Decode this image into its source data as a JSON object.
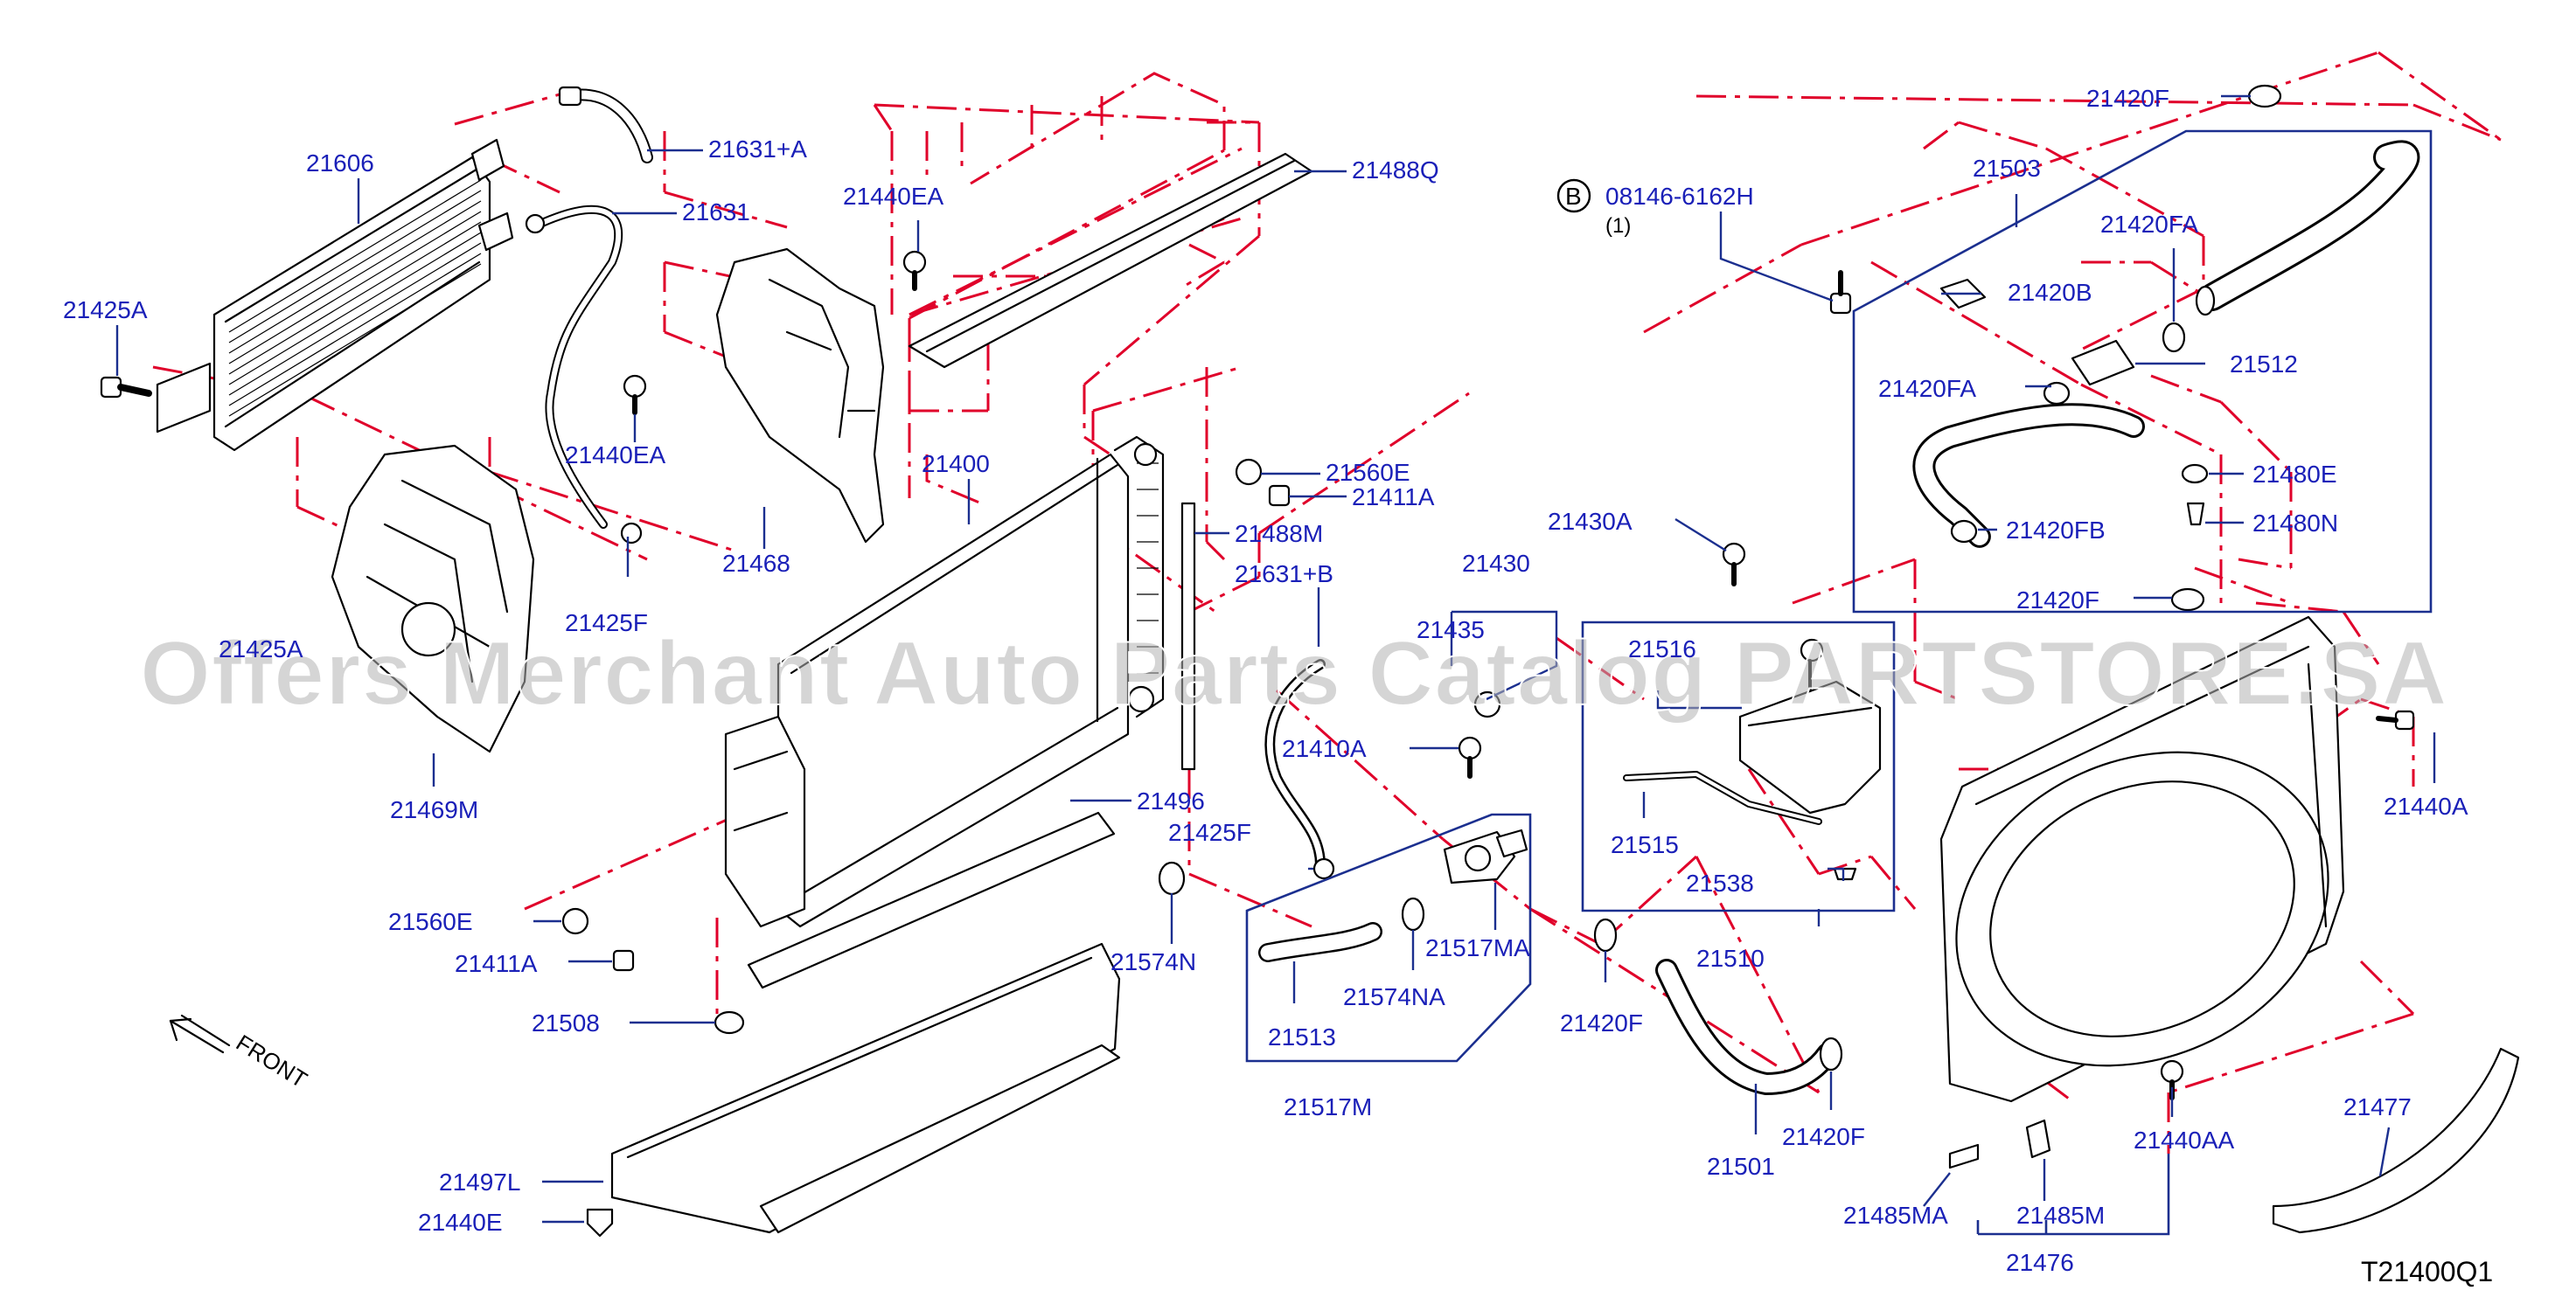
{
  "labels": {
    "l21606": "21606",
    "l21631A": "21631+A",
    "l21631": "21631",
    "l21425A": "21425A",
    "l21440EA_top": "21440EA",
    "l21488Q": "21488Q",
    "l21440EA_mid": "21440EA",
    "l21468": "21468",
    "l21400": "21400",
    "l21560E_top": "21560E",
    "l21411A_top": "21411A",
    "l21488M": "21488M",
    "l21425F_left": "21425F",
    "l21469M": "21469M",
    "l21631B": "21631+B",
    "l21430": "21430",
    "l21435": "21435",
    "l21430A": "21430A",
    "l21410A": "21410A",
    "l21496": "21496",
    "l21425F_mid": "21425F",
    "l21560E_bot": "21560E",
    "l21411A_bot": "21411A",
    "l21508": "21508",
    "l21574N": "21574N",
    "l21513": "21513",
    "l21574NA": "21574NA",
    "l21517MA": "21517MA",
    "l21517M": "21517M",
    "l21510": "21510",
    "l21515": "21515",
    "l21538": "21538",
    "l21516": "21516",
    "l21420F_top": "21420F",
    "l21503": "21503",
    "l21420FA_top": "21420FA",
    "l21420B": "21420B",
    "l21512": "21512",
    "l21420FA_left": "21420FA",
    "l21480E": "21480E",
    "l21480N": "21480N",
    "l21420FB": "21420FB",
    "l21420F_mid": "21420F",
    "l21420F_lower": "21420F",
    "l21420F_bot": "21420F",
    "l21501": "21501",
    "l21440A": "21440A",
    "l21440AA": "21440AA",
    "l21485MA": "21485MA",
    "l21485M": "21485M",
    "l21476": "21476",
    "l21477": "21477",
    "l21497L": "21497L",
    "l21440E": "21440E",
    "l21425A_mid": "21425A"
  },
  "bolt_ref": {
    "marker": "B",
    "code": "08146-6162H",
    "qty": "(1)"
  },
  "front_label": "FRONT",
  "diagram_code": "T21400Q1",
  "watermark": "Offers Merchant Auto Parts Catalog PARTSTORE.SA",
  "colors": {
    "label": "#1a20b8",
    "leader": "#1b2f8f",
    "phantom_line": "#e0002a",
    "part_line": "#000000",
    "watermark": "#b3b3b3"
  }
}
